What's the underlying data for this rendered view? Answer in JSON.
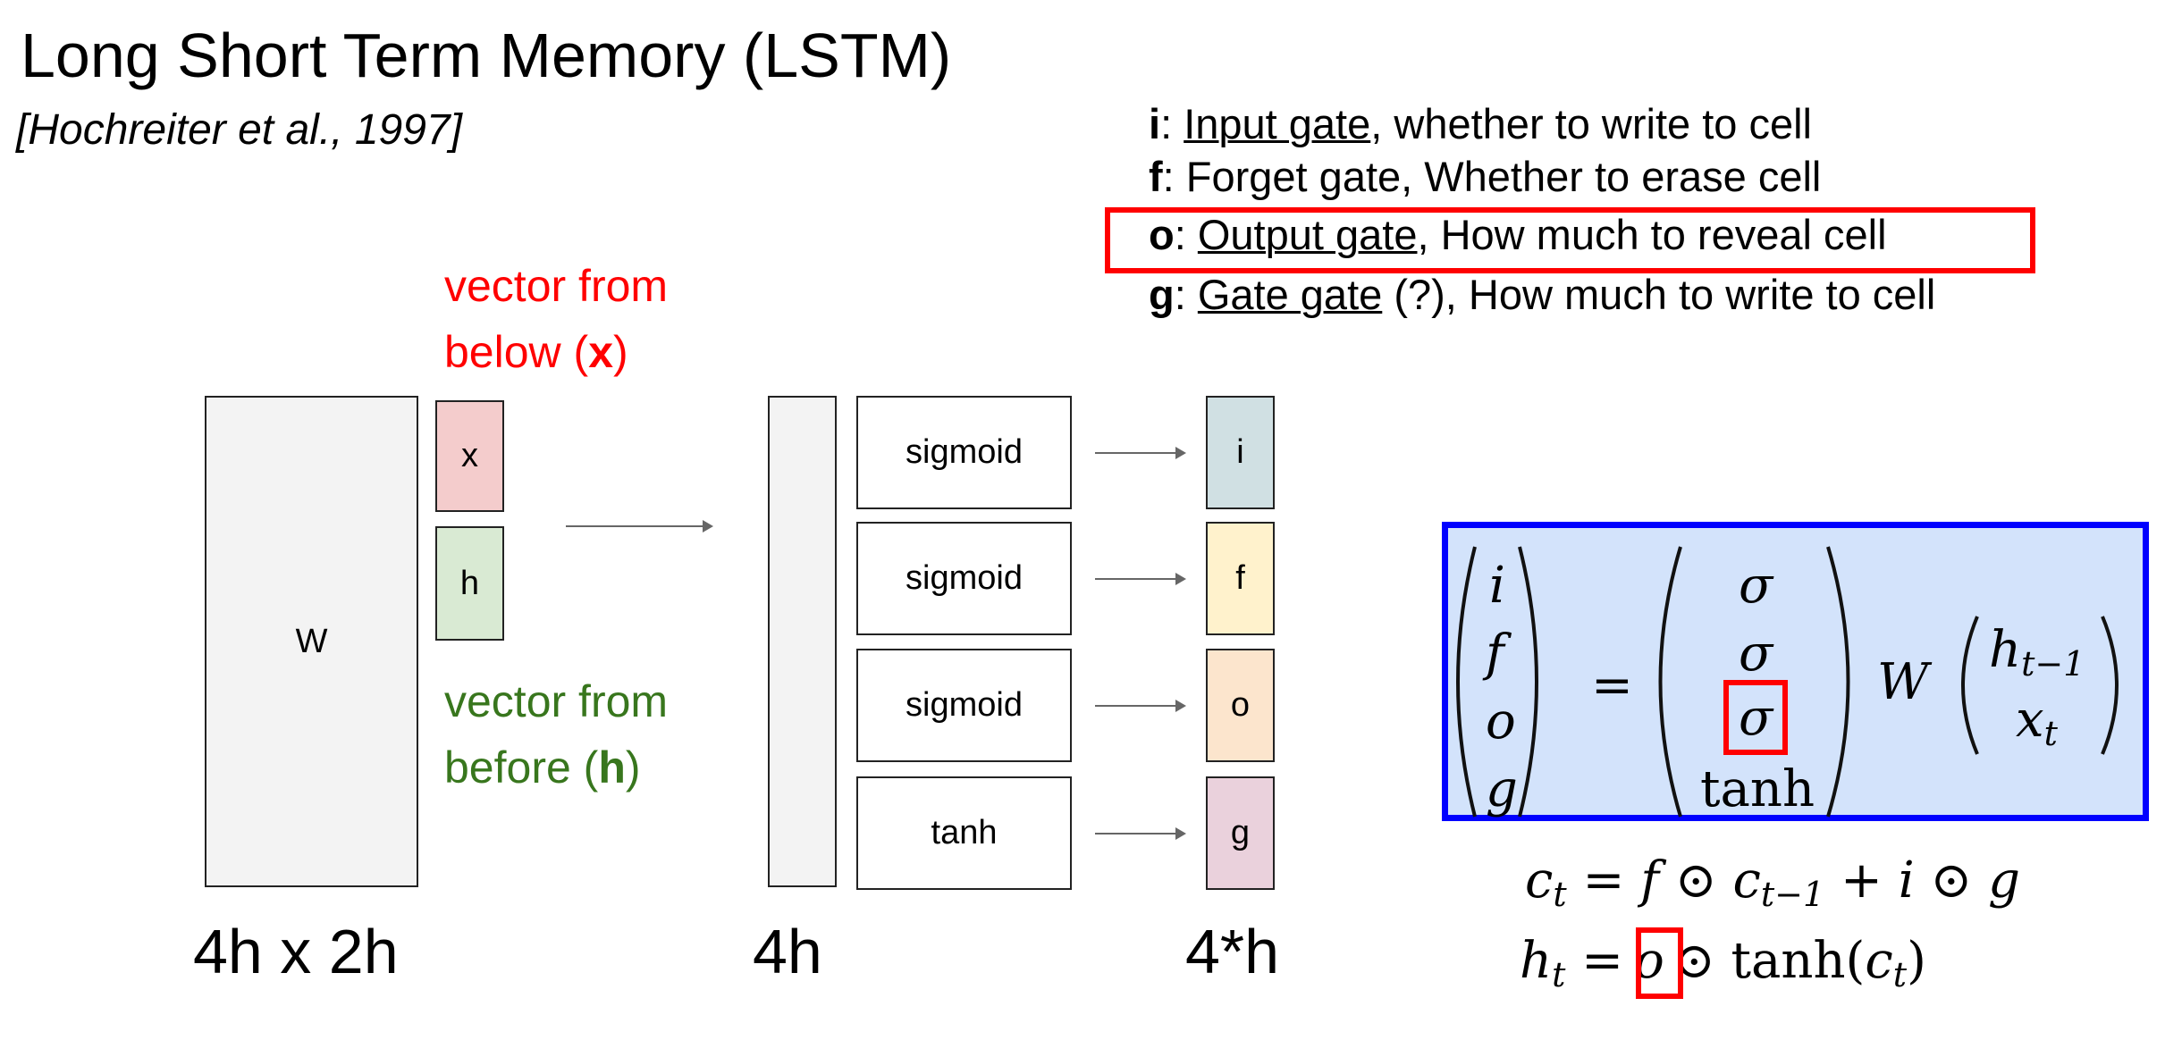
{
  "title": "Long Short Term Memory (LSTM)",
  "subtitle": "[Hochreiter et al., 1997]",
  "gates": [
    {
      "letter": "i",
      "name": "Input gate",
      "desc": ", whether to write to cell"
    },
    {
      "letter": "f",
      "name": "Forget gate",
      "desc": ", Whether to erase cell"
    },
    {
      "letter": "o",
      "name": "Output gate",
      "desc": ", How much to reveal cell"
    },
    {
      "letter": "g",
      "name": "Gate gate",
      "desc": " (?), How much to write to cell"
    }
  ],
  "notes": {
    "below_line1": "vector from",
    "below_line2_pre": "below (",
    "below_var": "x",
    "below_post": ")",
    "before_line1": "vector from",
    "before_line2_pre": "before (",
    "before_var": "h",
    "before_post": ")"
  },
  "diagram": {
    "weight_label": "W",
    "input_x": "x",
    "input_h": "h",
    "activations": [
      "sigmoid",
      "sigmoid",
      "sigmoid",
      "tanh"
    ],
    "outputs": [
      "i",
      "f",
      "o",
      "g"
    ],
    "output_colors": [
      "#d0e0e3",
      "#fff2cc",
      "#fce5cd",
      "#ead1dc"
    ],
    "input_colors": {
      "x": "#f4cccc",
      "h": "#d9ead3"
    },
    "dim_weight": "4h x 2h",
    "dim_pre": "4h",
    "dim_out": "4*h"
  },
  "equations": {
    "lhs": [
      "i",
      "f",
      "o",
      "g"
    ],
    "eq": "=",
    "acts": [
      "σ",
      "σ",
      "σ",
      "tanh"
    ],
    "W": "W",
    "h": "h",
    "h_sub": "t−1",
    "x": "x",
    "x_sub": "t",
    "cell": {
      "c": "c",
      "c_sub": "t",
      "rest1": "= ",
      "f": "f",
      "odot": "⊙",
      "c2": "c",
      "c2_sub": "t−1",
      "plus": " + ",
      "i": "i",
      "g": "g"
    },
    "hidden": {
      "h": "h",
      "h_sub": "t",
      "eq": "=",
      "o": "o",
      "odot": "⊙",
      "tanh": " tanh(",
      "c": "c",
      "c_sub": "t",
      "close": ")"
    }
  },
  "highlight_colors": {
    "red": "#ff0000",
    "blue": "#0000ff",
    "blue_fill": "#d3e3fb"
  }
}
